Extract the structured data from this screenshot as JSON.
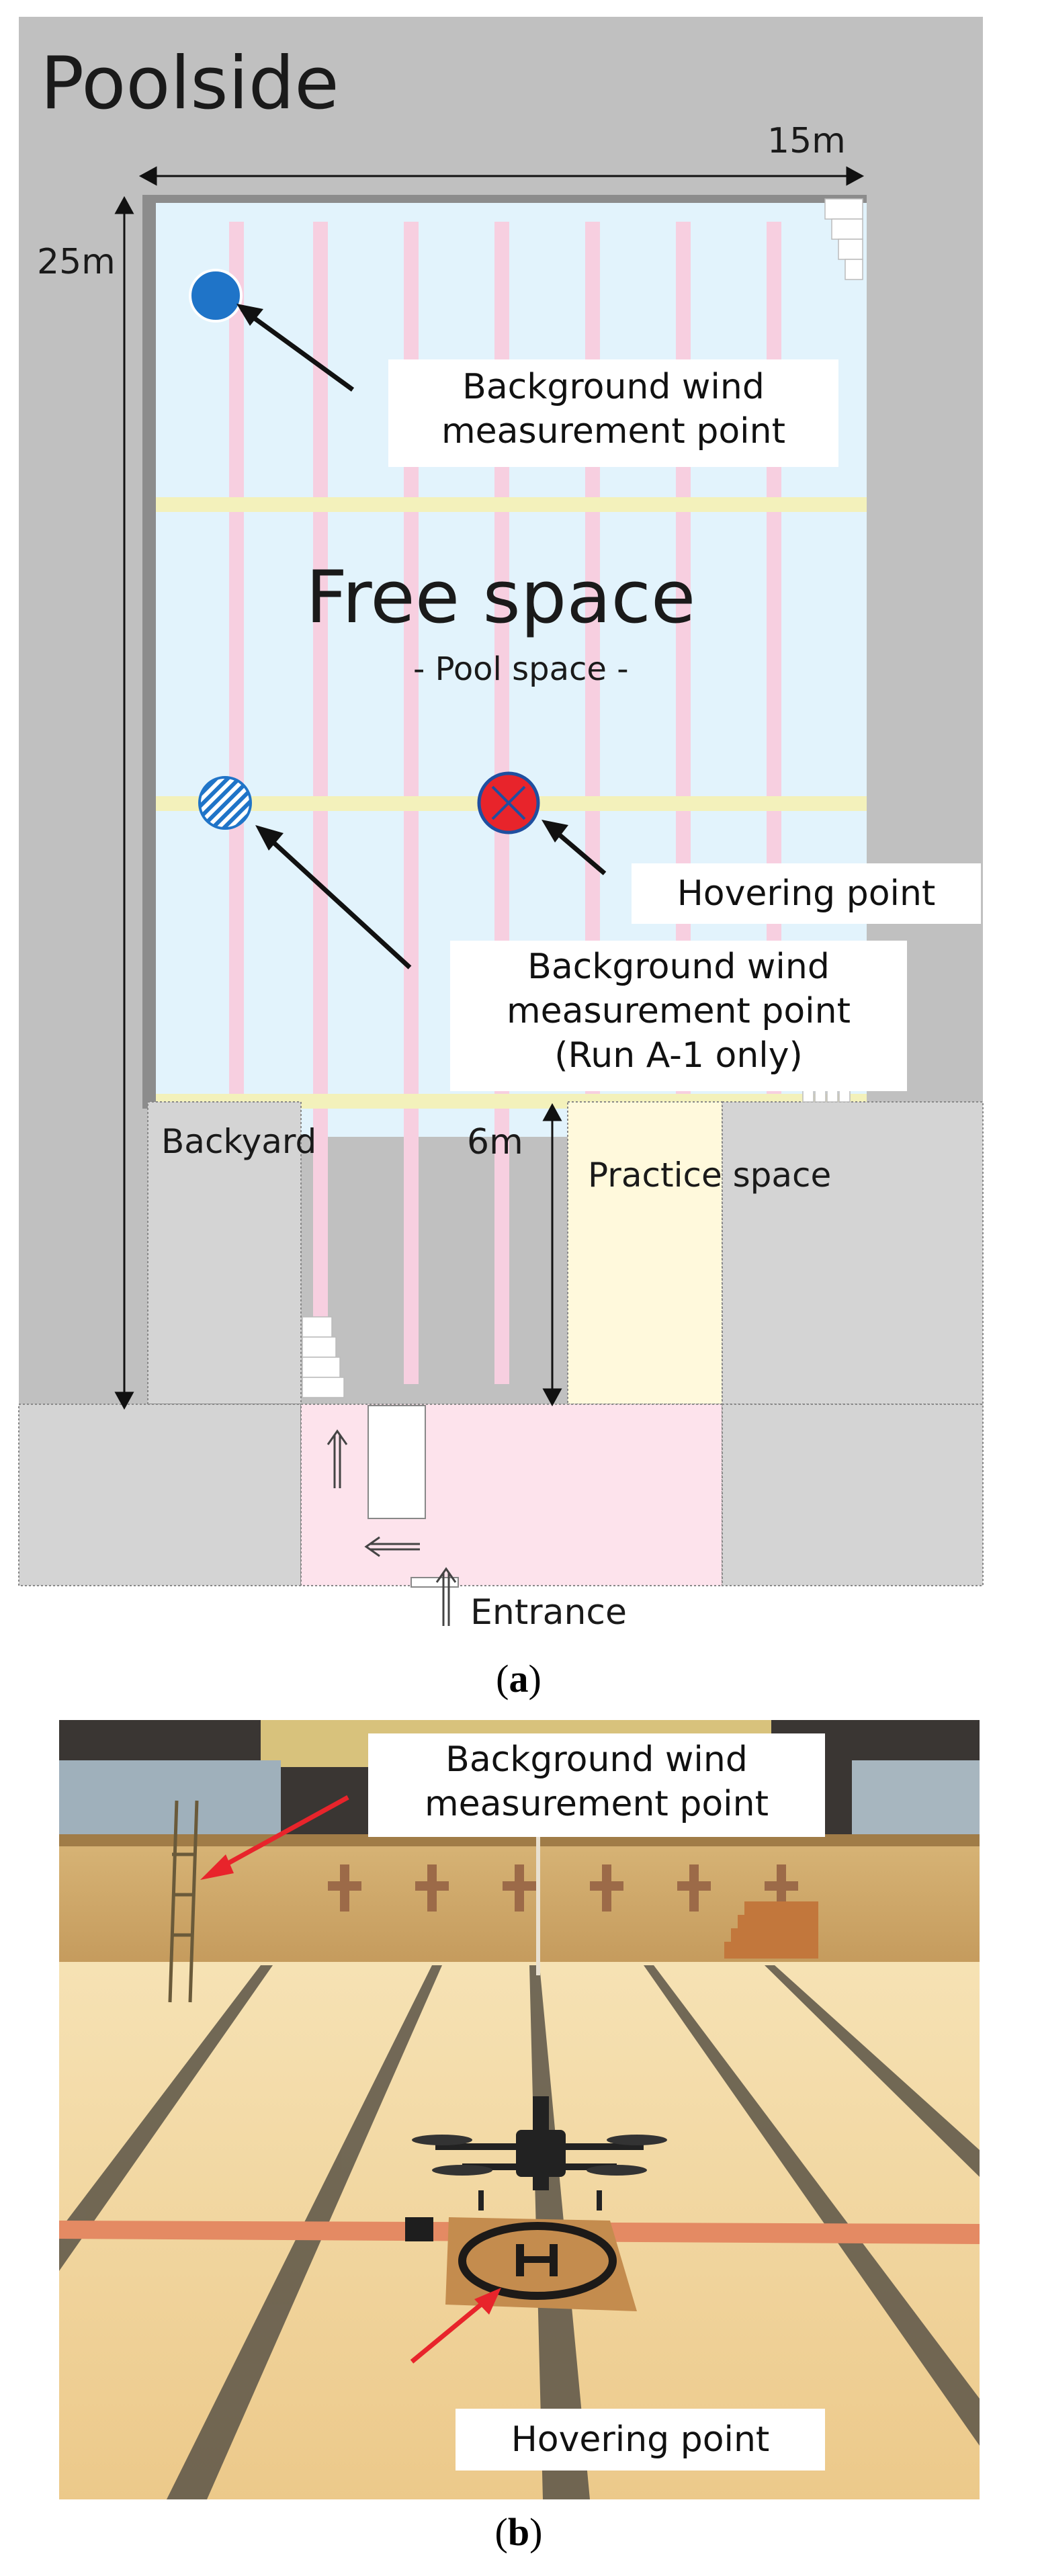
{
  "panel_a": {
    "poolside_label": "Poolside",
    "width_label": "15m",
    "length_label": "25m",
    "depth_label": "6m",
    "free_space_title": "Free space",
    "free_space_subtitle": "- Pool space -",
    "backyard_label": "Backyard",
    "practice_space_label": "Practice space",
    "entrance_label": "Entrance",
    "callout_bg_top": [
      "Background wind",
      "measurement point"
    ],
    "callout_hover": "Hovering point",
    "callout_bg_run": [
      "Background wind",
      "measurement point",
      "(Run A-1 only)"
    ],
    "caption_prefix": "(",
    "caption_letter": "a",
    "caption_suffix": ")",
    "colors": {
      "poolside": "#c0c0c0",
      "pool_water": "#e2f3fc",
      "lane_line": "#f7cfe0",
      "cross_line": "#f3f1bb",
      "practice_space": "#fff9dc",
      "entrance_area": "#fde3ec",
      "side_rooms": "#d4d4d4",
      "bg_point": "#1f74c8",
      "hover_point": "#e8242b"
    }
  },
  "panel_b": {
    "callout_bg": [
      "Background wind",
      "measurement point"
    ],
    "callout_hover": "Hovering point",
    "caption_prefix": "(",
    "caption_letter": "b",
    "caption_suffix": ")",
    "colors": {
      "floor": "#f2d79f",
      "lane_stripe": "#5b5446",
      "cross_stripe": "#e48a63",
      "wall": "#c9a46a",
      "roof": "#3a3633",
      "arrow": "#e8242b"
    }
  }
}
